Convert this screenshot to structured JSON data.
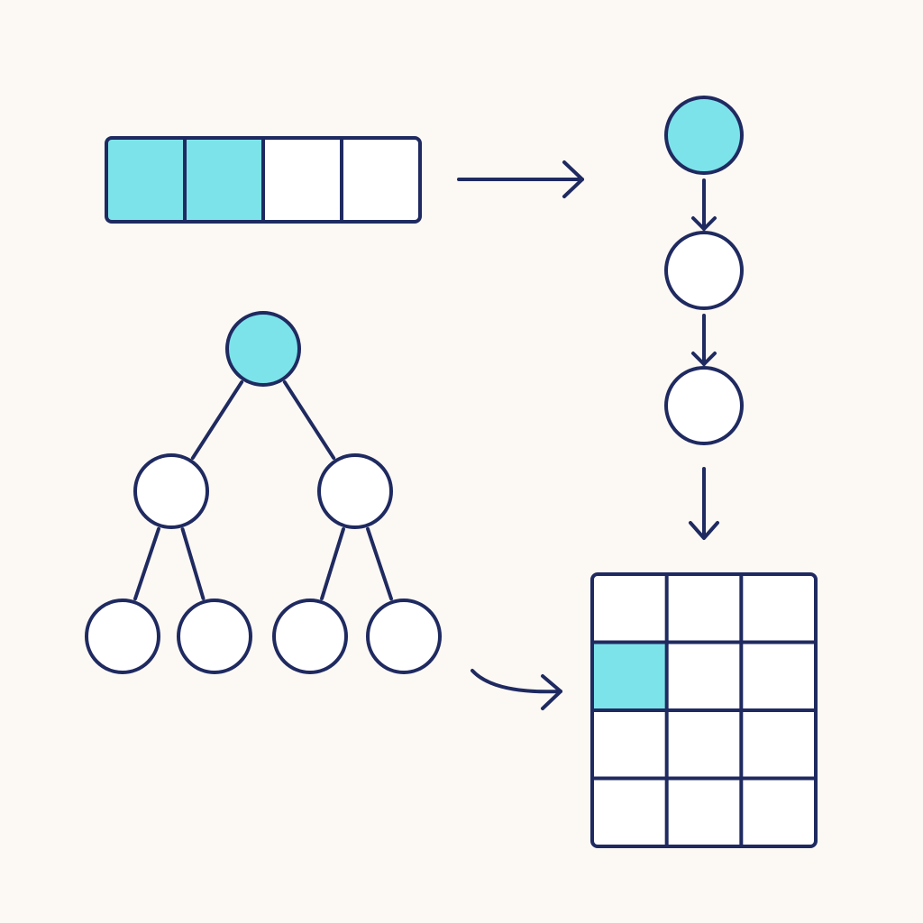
{
  "colors": {
    "background": "#fcf9f4",
    "stroke": "#1f2a60",
    "highlight": "#7de3ea",
    "empty": "#ffffff"
  },
  "array": {
    "cells": [
      {
        "highlighted": true
      },
      {
        "highlighted": true
      },
      {
        "highlighted": false
      },
      {
        "highlighted": false
      }
    ]
  },
  "linked_list": {
    "nodes": [
      {
        "highlighted": true
      },
      {
        "highlighted": false
      },
      {
        "highlighted": false
      }
    ]
  },
  "tree": {
    "root": {
      "highlighted": true
    },
    "level1": [
      {
        "highlighted": false
      },
      {
        "highlighted": false
      }
    ],
    "level2": [
      {
        "highlighted": false
      },
      {
        "highlighted": false
      },
      {
        "highlighted": false
      },
      {
        "highlighted": false
      }
    ]
  },
  "grid": {
    "rows": 4,
    "cols": 3,
    "highlighted_cells": [
      [
        1,
        0
      ]
    ]
  },
  "connectors": [
    {
      "from": "array",
      "to": "linked-list",
      "shape": "straight-arrow"
    },
    {
      "from": "linked-list",
      "to": "grid",
      "shape": "straight-arrow"
    },
    {
      "from": "tree",
      "to": "grid",
      "shape": "curved-arrow"
    }
  ]
}
